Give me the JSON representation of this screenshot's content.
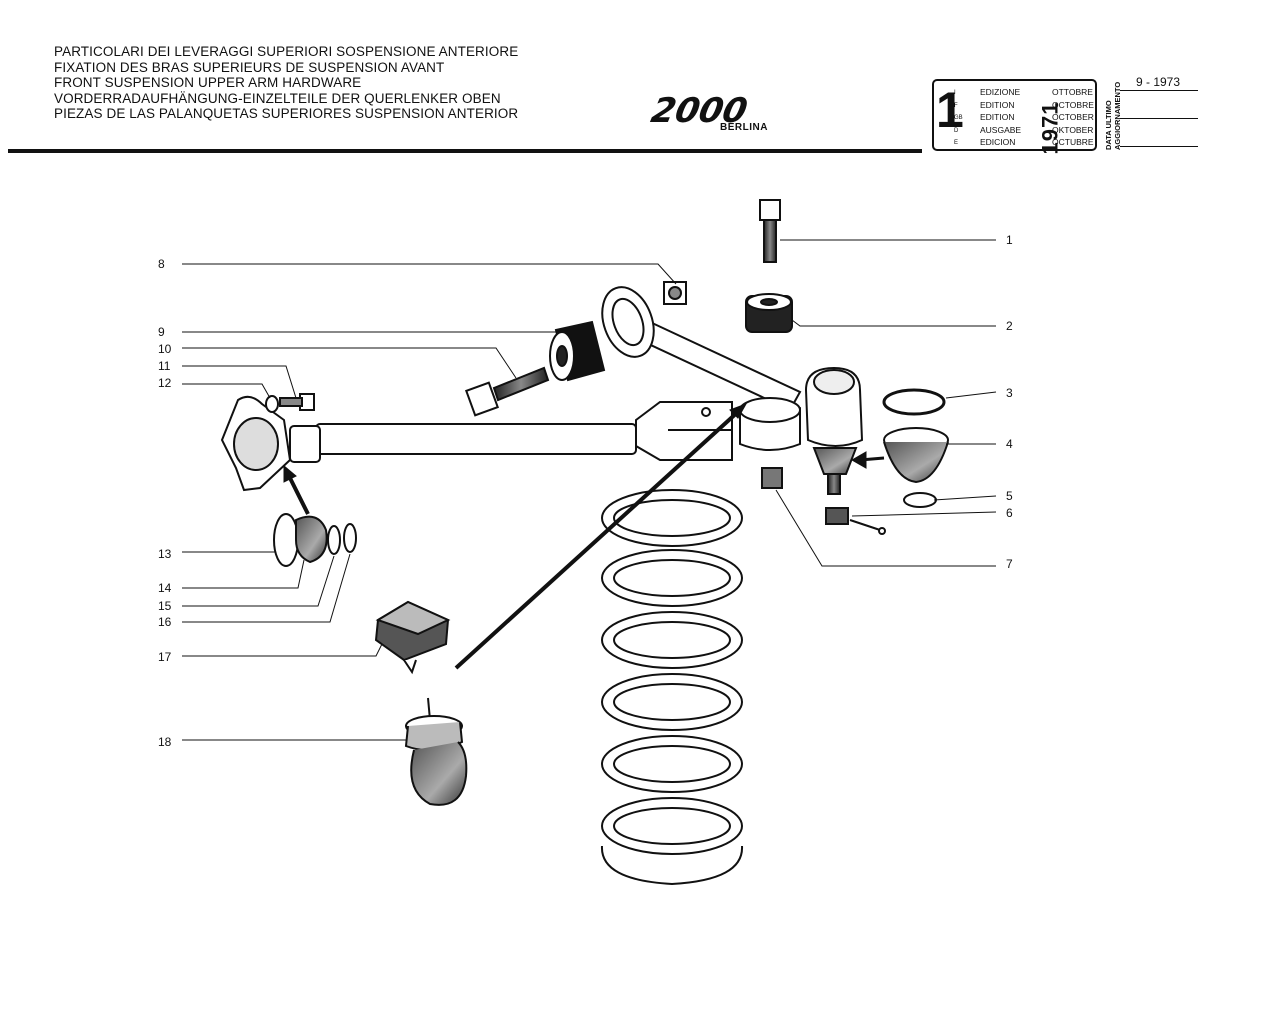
{
  "header": {
    "titles": [
      "PARTICOLARI DEI LEVERAGGI SUPERIORI SOSPENSIONE ANTERIORE",
      "FIXATION DES BRAS SUPERIEURS DE SUSPENSION AVANT",
      "FRONT SUSPENSION UPPER ARM HARDWARE",
      "VORDERRADAUFHÄNGUNG-EINZELTEILE DER QUERLENKER OBEN",
      "PIEZAS DE LAS PALANQUETAS SUPERIORES SUSPENSION ANTERIOR"
    ],
    "logo": "2000",
    "logo_sub": "BERLINA"
  },
  "edition_box": {
    "number": "1",
    "year": "1971",
    "small_codes": [
      "I",
      "F",
      "GB",
      "D",
      "E"
    ],
    "edition_words": [
      "EDIZIONE",
      "EDITION",
      "EDITION",
      "AUSGABE",
      "EDICION"
    ],
    "months": [
      "OTTOBRE",
      "OCTOBRE",
      "OCTOBER",
      "OKTOBER",
      "OCTUBRE"
    ],
    "data_label_1": "DATA ULTIMO",
    "data_label_2": "AGGIORNAMENTO",
    "last_update": "9 - 1973"
  },
  "callouts": {
    "right": [
      "1",
      "2",
      "3",
      "4",
      "5",
      "6",
      "7"
    ],
    "left": [
      "8",
      "9",
      "10",
      "11",
      "12",
      "13",
      "14",
      "15",
      "16",
      "17",
      "18"
    ]
  }
}
